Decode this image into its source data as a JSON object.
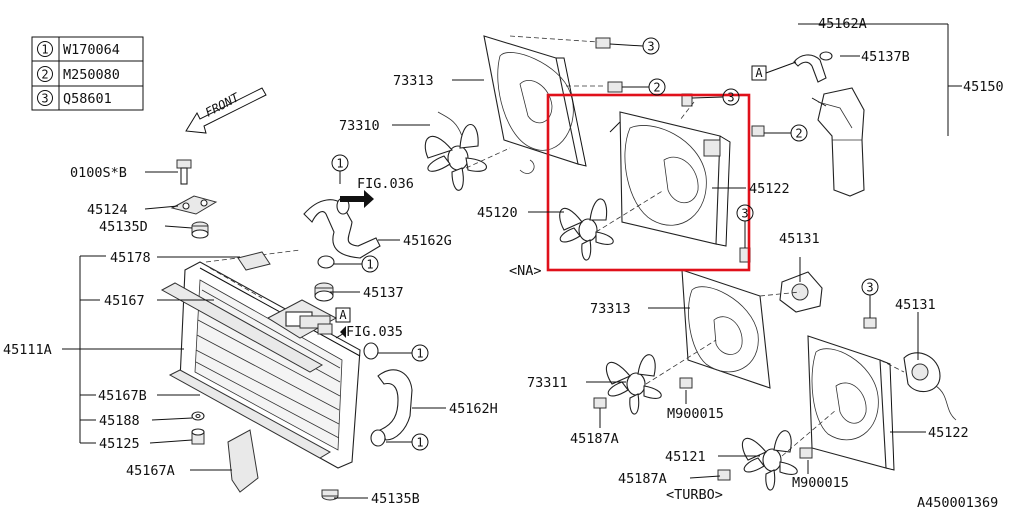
{
  "legend": [
    {
      "num": "1",
      "code": "W170064"
    },
    {
      "num": "2",
      "code": "M250080"
    },
    {
      "num": "3",
      "code": "Q58601"
    }
  ],
  "front_label": "FRONT",
  "refs": {
    "fig036": "FIG.036",
    "fig035": "FIG.035",
    "box_a": "A",
    "na": "<NA>",
    "turbo": "<TURBO>"
  },
  "callouts": {
    "c0100s": "0100S*B",
    "c45124": "45124",
    "c45135d": "45135D",
    "c45178": "45178",
    "c45167": "45167",
    "c45111a": "45111A",
    "c45167b": "45167B",
    "c45188": "45188",
    "c45125": "45125",
    "c45167a": "45167A",
    "c45135b": "45135B",
    "c73313a": "73313",
    "c73310": "73310",
    "c45120": "45120",
    "c45162g": "45162G",
    "c45137": "45137",
    "c45162h": "45162H",
    "c45122a": "45122",
    "c45162a": "45162A",
    "c45137b": "45137B",
    "c45150": "45150",
    "c45131a": "45131",
    "c73313b": "73313",
    "c73311": "73311",
    "c45187a1": "45187A",
    "cm900015a": "M900015",
    "c45131b": "45131",
    "c45122b": "45122",
    "c45121": "45121",
    "c45187a2": "45187A",
    "cm900015b": "M900015",
    "diagram_id": "A450001369"
  },
  "markers": {
    "m1a": "1",
    "m1b": "1",
    "m1c": "1",
    "m1d": "1",
    "m2a": "2",
    "m2b": "2",
    "m3a": "3",
    "m3b": "3",
    "m3c": "3",
    "m3d": "3"
  },
  "colors": {
    "highlight": "#e0101a",
    "ink": "#111111"
  }
}
